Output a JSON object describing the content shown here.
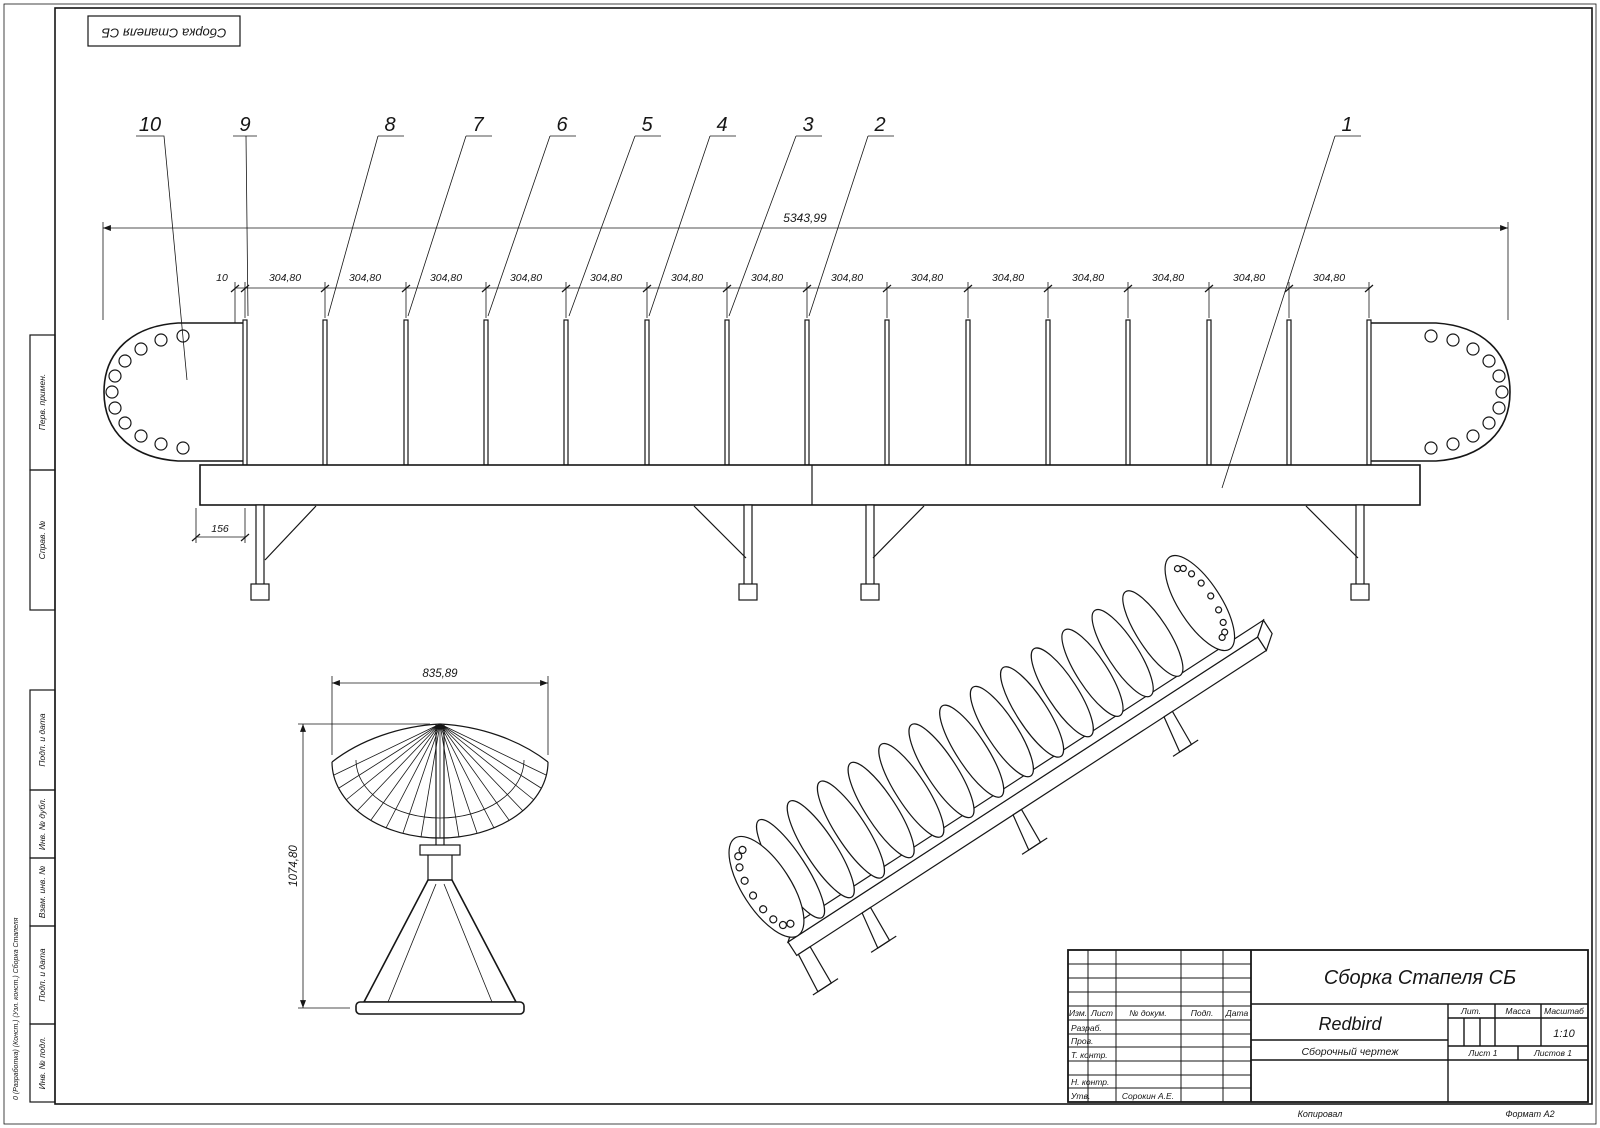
{
  "page": {
    "stamp": "Сборка Стапеля СБ",
    "copied": "Копировал",
    "format": "Формат А2",
    "side_note": "0 (Разработка) (Конст.) (Узл. конст.) Сборка Стапеля"
  },
  "margin_columns": {
    "perv_primen": "Перв. примен.",
    "sprav_no": "Справ. №",
    "podp_data_1": "Подп. и дата",
    "inv_dubl": "Инв. № дубл.",
    "vzam_inv": "Взам. инв. №",
    "podp_data_2": "Подп. и дата",
    "inv_podl": "Инв. № подл."
  },
  "front_view": {
    "overall_dim": "5343,99",
    "spacing_dim": "304,80",
    "gap_dim": "10",
    "offset_dim": "156",
    "callouts": [
      "10",
      "9",
      "8",
      "7",
      "6",
      "5",
      "4",
      "3",
      "2",
      "1"
    ]
  },
  "section_view": {
    "width_dim": "835,89",
    "height_dim": "1074,80"
  },
  "title_block": {
    "doc_title": "Сборка Стапеля СБ",
    "project": "Redbird",
    "doc_type": "Сборочный чертеж",
    "col_izm": "Изм.",
    "col_list": "Лист",
    "col_doc": "№ докум.",
    "col_podp": "Подп.",
    "col_data": "Дата",
    "row_razrab": "Разраб.",
    "row_prov": "Пров.",
    "row_tkontr": "Т. контр.",
    "row_nkontr": "Н. контр.",
    "row_utv": "Утв.",
    "approver": "Сорокин А.Е.",
    "lit": "Лит.",
    "massa": "Масса",
    "masshtab": "Масштаб",
    "scale": "1:10",
    "sheet": "Лист 1",
    "sheets": "Листов 1"
  }
}
